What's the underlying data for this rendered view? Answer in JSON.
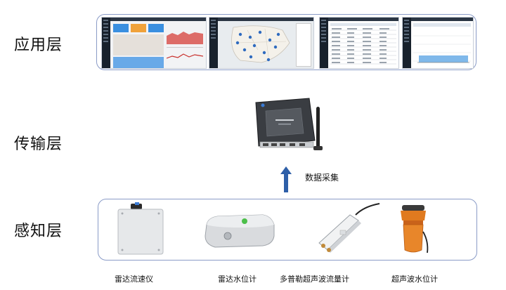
{
  "layers": {
    "application": "应用层",
    "transport": "传输层",
    "perception": "感知层"
  },
  "flow_label": "数据采集",
  "devices": [
    {
      "name": "雷达流速仪"
    },
    {
      "name": "雷达水位计"
    },
    {
      "name": "多普勒超声波流量计"
    },
    {
      "name": "超声波水位计"
    }
  ],
  "colors": {
    "frame_border": "#8a9bc7",
    "arrow": "#2e5fa8",
    "dashboard_dark": "#1f2a38"
  }
}
